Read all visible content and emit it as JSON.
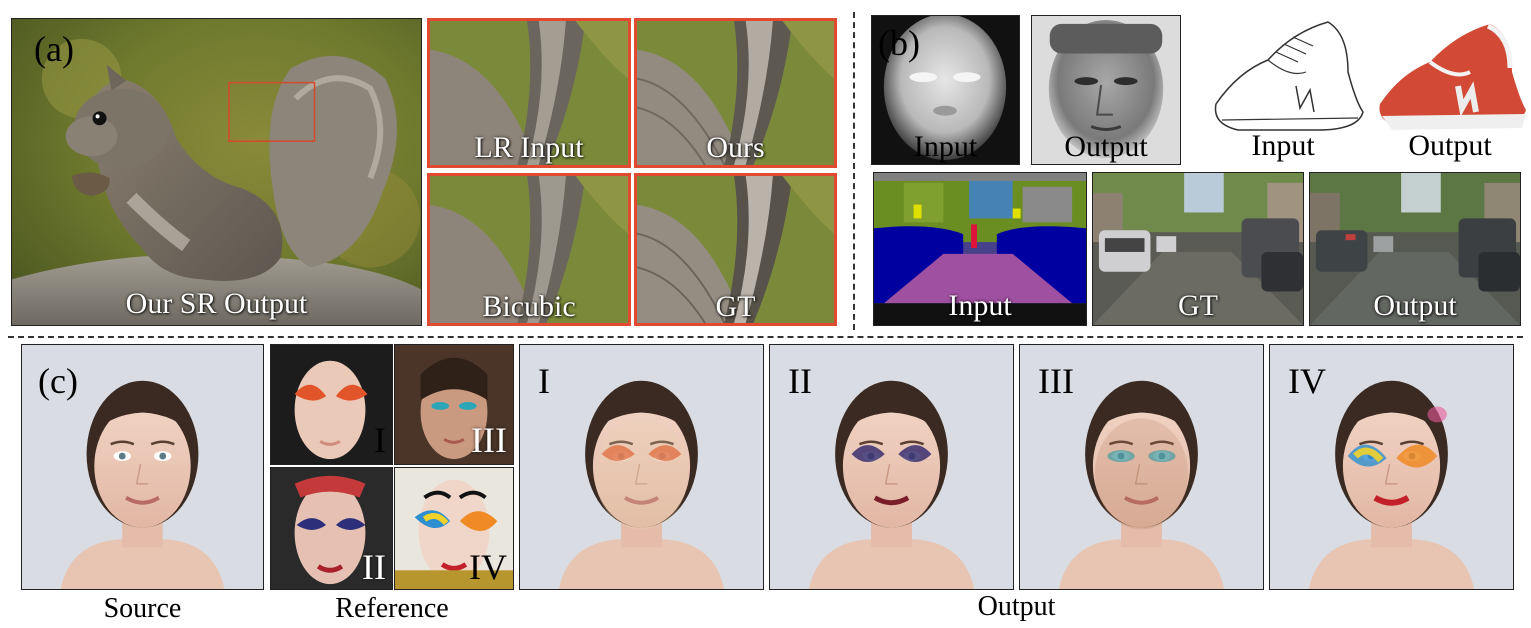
{
  "panel_a": {
    "label": "(a)",
    "main_caption": "Our SR Output",
    "crops": [
      {
        "caption": "LR Input"
      },
      {
        "caption": "Ours"
      },
      {
        "caption": "Bicubic"
      },
      {
        "caption": "GT"
      }
    ],
    "frame_color": "#e04a2f"
  },
  "panel_b": {
    "label": "(b)",
    "face_captions": [
      "Input",
      "Output"
    ],
    "shoe_captions": [
      "Input",
      "Output"
    ],
    "street_captions": [
      "Input",
      "GT",
      "Output"
    ]
  },
  "panel_c": {
    "label": "(c)",
    "reference_numerals": [
      "I",
      "III",
      "II",
      "IV"
    ],
    "output_numerals": [
      "I",
      "II",
      "III",
      "IV"
    ],
    "source_label": "Source",
    "reference_label": "Reference",
    "output_label": "Output"
  }
}
